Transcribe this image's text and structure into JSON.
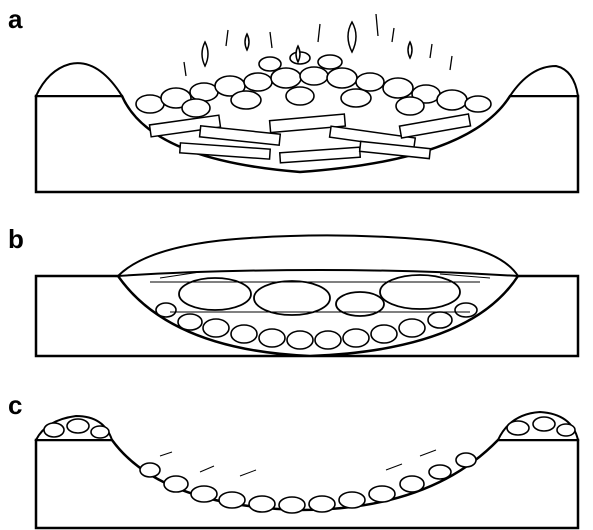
{
  "figure": {
    "panels": [
      {
        "label": "a",
        "depicts": "pit-fire-with-wood-and-stones"
      },
      {
        "label": "b",
        "depicts": "covered-pit-with-stones-and-food"
      },
      {
        "label": "c",
        "depicts": "opened-pit-with-stones"
      }
    ]
  },
  "colors": {
    "ink": "#000000",
    "paper": "#ffffff"
  }
}
